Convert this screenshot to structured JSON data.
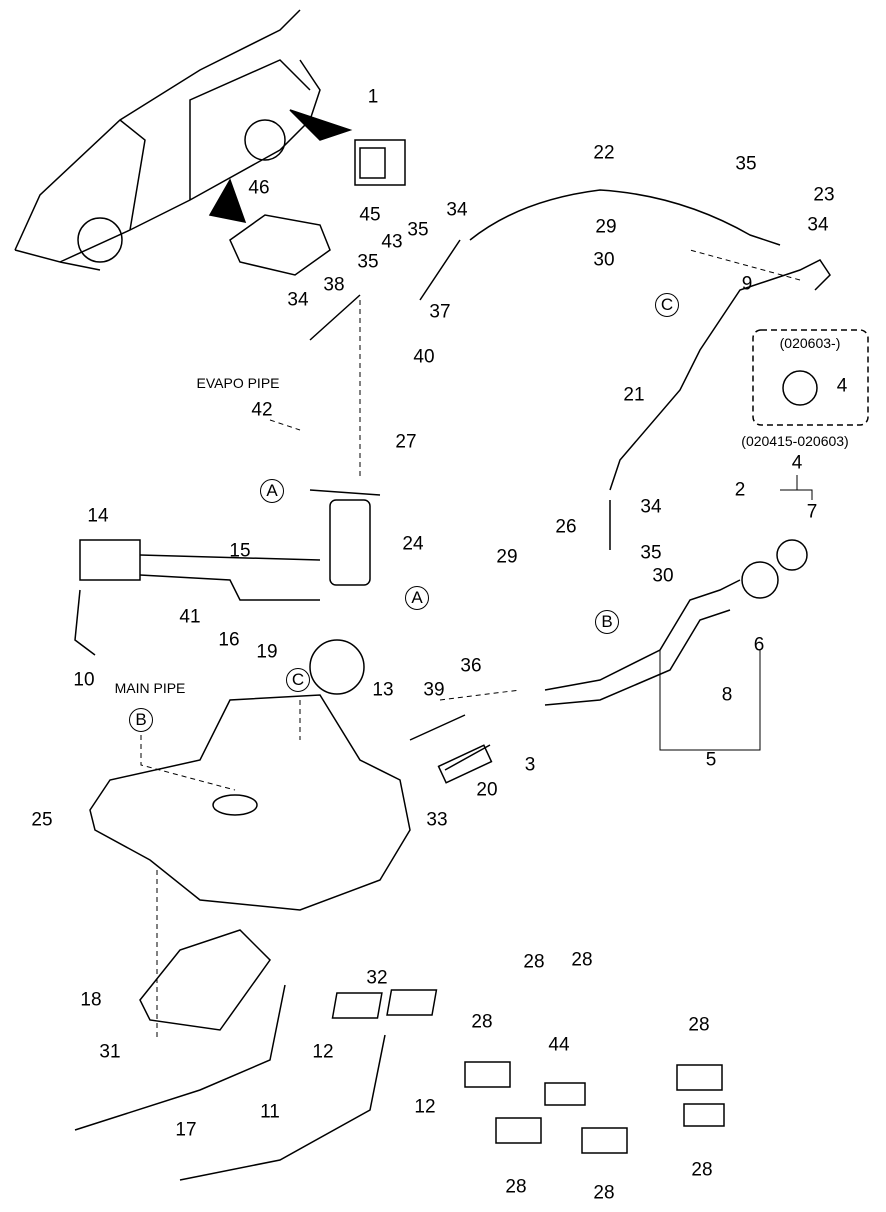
{
  "labels": [
    "1",
    "46",
    "45",
    "22",
    "35",
    "23",
    "34",
    "29",
    "30",
    "9",
    "34",
    "35",
    "43",
    "35",
    "38",
    "37",
    "34",
    "40",
    "42",
    "27",
    "4",
    "21",
    "4",
    "2",
    "7",
    "14",
    "34",
    "26",
    "24",
    "15",
    "35",
    "29",
    "30",
    "41",
    "16",
    "6",
    "19",
    "13",
    "10",
    "36",
    "39",
    "8",
    "3",
    "20",
    "5",
    "33",
    "25",
    "28",
    "28",
    "32",
    "18",
    "28",
    "44",
    "28",
    "31",
    "12",
    "12",
    "11",
    "17",
    "28",
    "28",
    "28"
  ],
  "callouts": [
    "C",
    "A",
    "A",
    "B",
    "C",
    "B"
  ],
  "notes": {
    "evapo_pipe": "EVAPO PIPE",
    "main_pipe": "MAIN PIPE",
    "variant_new": "(020603-)",
    "variant_old": "(020415-020603)"
  },
  "colors": {
    "line": "#000000",
    "background": "#ffffff"
  }
}
